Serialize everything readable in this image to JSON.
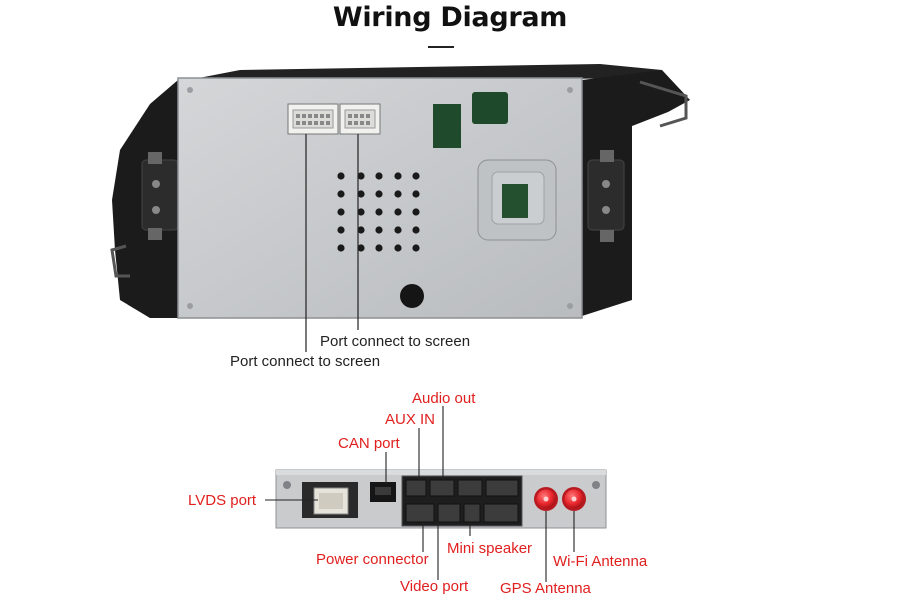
{
  "title": "Wiring Diagram",
  "screen_ports": {
    "label_upper": "Port connect to screen",
    "label_lower": "Port connect to screen"
  },
  "rear_panel_labels": {
    "audio_out": "Audio out",
    "aux_in": "AUX IN",
    "can_port": "CAN port",
    "lvds_port": "LVDS port",
    "power_connector": "Power connector",
    "mini_speaker": "Mini speaker",
    "wifi_antenna": "Wi-Fi Antenna",
    "video_port": "Video port",
    "gps_antenna": "GPS Antenna"
  },
  "colors": {
    "label_red": "#e0201f",
    "label_black": "#222222",
    "antenna_red": "#e8262d",
    "plate_gray": "#c9cbcd",
    "chassis_black": "#1b1b1b"
  }
}
